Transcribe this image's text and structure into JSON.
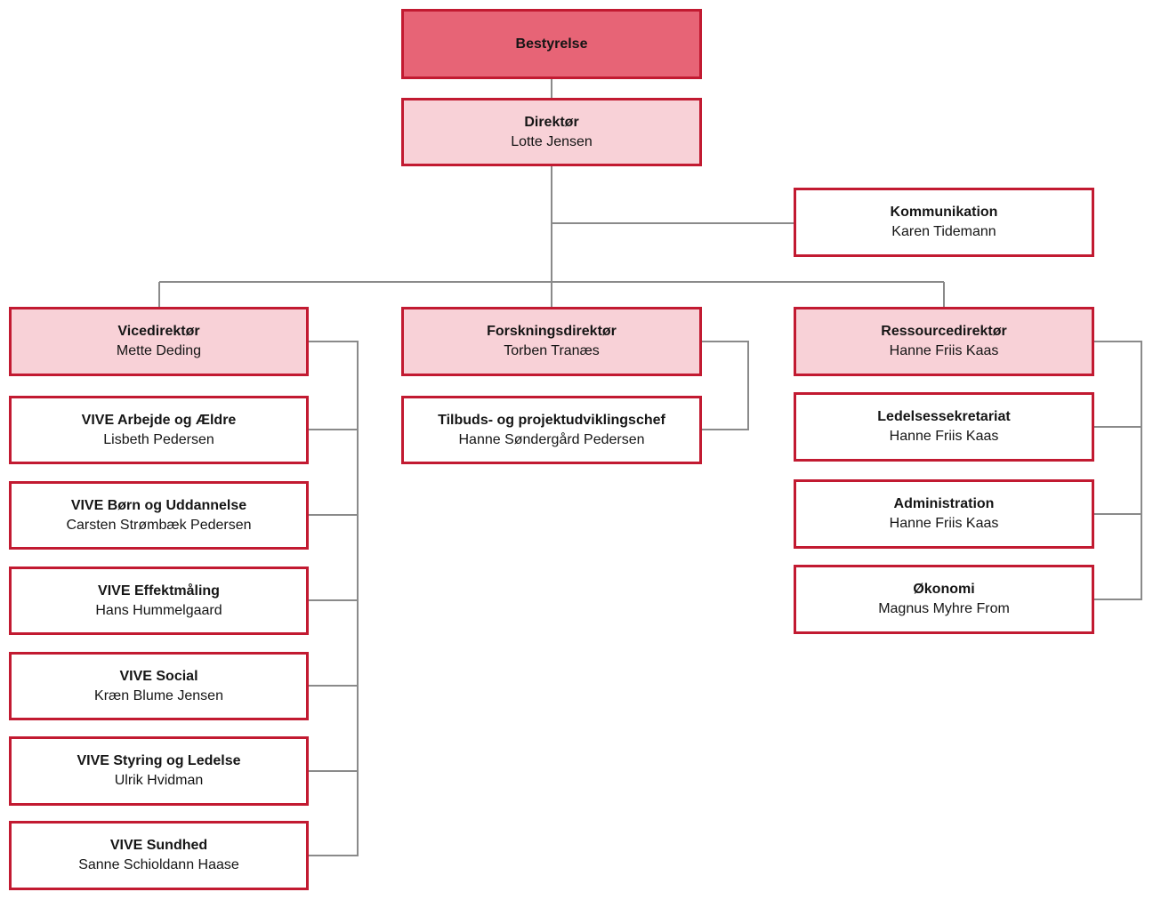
{
  "palette": {
    "box_border": "#c21a31",
    "board_fill": "#e76476",
    "leader_fill": "#f8d1d7",
    "unit_fill": "#ffffff",
    "connector": "#8a8a8a",
    "text": "#151515",
    "page_bg": "#ffffff"
  },
  "org_chart": {
    "type": "organization-chart",
    "nodes": {
      "bestyrelse": {
        "title": "Bestyrelse",
        "person": ""
      },
      "direktor": {
        "title": "Direktør",
        "person": "Lotte Jensen"
      },
      "kommunikation": {
        "title": "Kommunikation",
        "person": "Karen Tidemann"
      },
      "vicedirektor": {
        "title": "Vicedirektør",
        "person": "Mette Deding"
      },
      "forskningsdirektor": {
        "title": "Forskningsdirektør",
        "person": "Torben Tranæs"
      },
      "ressourcedirektor": {
        "title": "Ressourcedirektør",
        "person": "Hanne Friis Kaas"
      },
      "arbejde_aeldre": {
        "title": "VIVE Arbejde og Ældre",
        "person": "Lisbeth Pedersen"
      },
      "born_uddannelse": {
        "title": "VIVE Børn og Uddannelse",
        "person": "Carsten Strømbæk Pedersen"
      },
      "effektmaling": {
        "title": "VIVE Effektmåling",
        "person": "Hans Hummelgaard"
      },
      "social": {
        "title": "VIVE Social",
        "person": "Kræn Blume Jensen"
      },
      "styring_ledelse": {
        "title": "VIVE Styring og Ledelse",
        "person": "Ulrik Hvidman"
      },
      "sundhed": {
        "title": "VIVE Sundhed",
        "person": "Sanne Schioldann Haase"
      },
      "tilbuds_projekt": {
        "title": "Tilbuds- og projektudviklingschef",
        "person": "Hanne Søndergård Pedersen"
      },
      "ledelsessekretariat": {
        "title": "Ledelsessekretariat",
        "person": "Hanne Friis Kaas"
      },
      "administration": {
        "title": "Administration",
        "person": "Hanne Friis Kaas"
      },
      "okonomi": {
        "title": "Økonomi",
        "person": "Magnus Myhre From"
      }
    }
  }
}
